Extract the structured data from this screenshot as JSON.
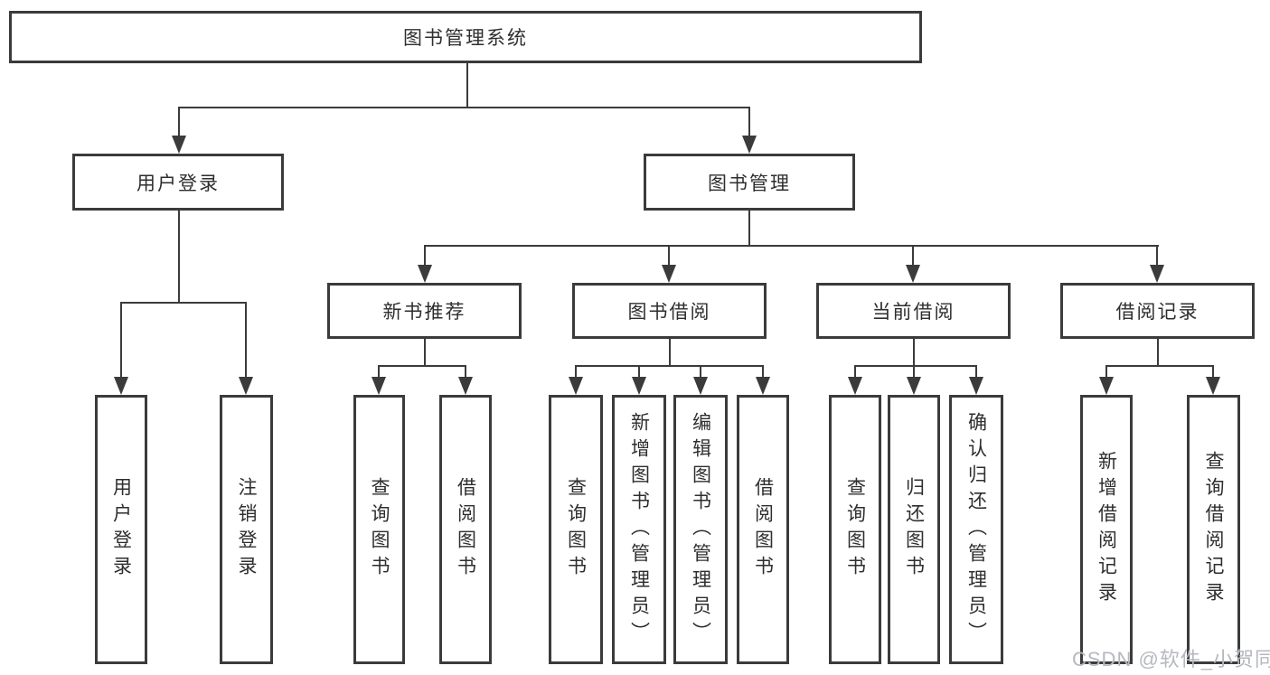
{
  "diagram": {
    "root": "图书管理系统",
    "user_login": {
      "label": "用户登录",
      "children": [
        "用户登录",
        "注销登录"
      ]
    },
    "book_mgmt": {
      "label": "图书管理",
      "sections": [
        {
          "label": "新书推荐",
          "children": [
            "查询图书",
            "借阅图书"
          ]
        },
        {
          "label": "图书借阅",
          "children": [
            "查询图书",
            "新增图书（管理员）",
            "编辑图书（管理员）",
            "借阅图书"
          ]
        },
        {
          "label": "当前借阅",
          "children": [
            "查询图书",
            "归还图书",
            "确认归还（管理员）"
          ]
        },
        {
          "label": "借阅记录",
          "children": [
            "新增借阅记录",
            "查询借阅记录"
          ]
        }
      ]
    },
    "colors": {
      "line": "#3b3b3b",
      "box_border": "#3b3b3b",
      "text": "#2e2e2e",
      "background": "#ffffff",
      "watermark": "#b5b9bf"
    }
  },
  "watermark": "CSDN @软件_小贺同学"
}
